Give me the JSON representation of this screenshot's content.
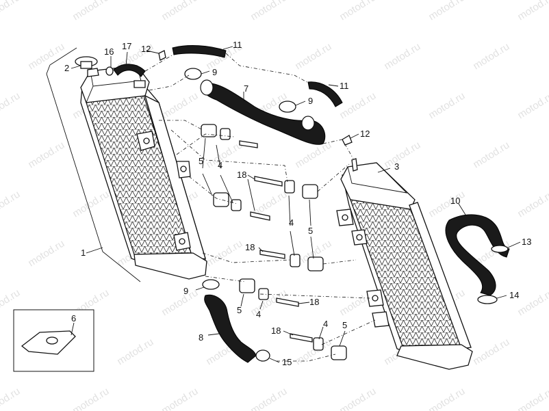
{
  "watermark": "motod.ru",
  "callouts": [
    {
      "id": "1",
      "text": "1"
    },
    {
      "id": "2",
      "text": "2"
    },
    {
      "id": "3",
      "text": "3"
    },
    {
      "id": "4a",
      "text": "4"
    },
    {
      "id": "4b",
      "text": "4"
    },
    {
      "id": "4c",
      "text": "4"
    },
    {
      "id": "4d",
      "text": "4"
    },
    {
      "id": "5a",
      "text": "5"
    },
    {
      "id": "5b",
      "text": "5"
    },
    {
      "id": "5c",
      "text": "5"
    },
    {
      "id": "5d",
      "text": "5"
    },
    {
      "id": "6",
      "text": "6"
    },
    {
      "id": "7",
      "text": "7"
    },
    {
      "id": "8",
      "text": "8"
    },
    {
      "id": "9a",
      "text": "9"
    },
    {
      "id": "9b",
      "text": "9"
    },
    {
      "id": "9c",
      "text": "9"
    },
    {
      "id": "10",
      "text": "10"
    },
    {
      "id": "11a",
      "text": "11"
    },
    {
      "id": "11b",
      "text": "11"
    },
    {
      "id": "12a",
      "text": "12"
    },
    {
      "id": "12b",
      "text": "12"
    },
    {
      "id": "13",
      "text": "13"
    },
    {
      "id": "14",
      "text": "14"
    },
    {
      "id": "15",
      "text": "15"
    },
    {
      "id": "16",
      "text": "16"
    },
    {
      "id": "17",
      "text": "17"
    },
    {
      "id": "18a",
      "text": "18"
    },
    {
      "id": "18b",
      "text": "18"
    },
    {
      "id": "18c",
      "text": "18"
    },
    {
      "id": "18d",
      "text": "18"
    }
  ]
}
